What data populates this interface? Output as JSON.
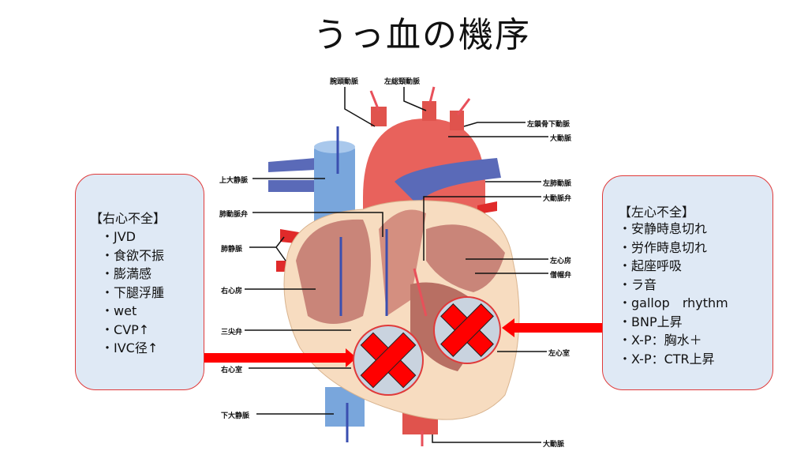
{
  "title": "うっ血の機序",
  "labels": {
    "brachiocephalic": "腕頭動脈",
    "left_common_carotid": "左総頸動脈",
    "left_subclavian": "左鎖骨下動脈",
    "aorta_top": "大動脈",
    "svc": "上大静脈",
    "left_pulmonary_artery": "左肺動脈",
    "aortic_valve": "大動脈弁",
    "pulmonary_valve": "肺動脈弁",
    "pulmonary_veins": "肺静脈",
    "left_atrium": "左心房",
    "mitral_valve": "僧帽弁",
    "right_atrium": "右心房",
    "tricuspid_valve": "三尖弁",
    "left_ventricle": "左心室",
    "right_ventricle": "右心室",
    "ivc": "下大静脈",
    "aorta_bottom": "大動脈"
  },
  "right_hf": {
    "heading": "【右心不全】",
    "items": [
      "JVD",
      "食欲不振",
      "膨満感",
      "下腿浮腫",
      "wet",
      "CVP↑",
      "IVC径↑"
    ]
  },
  "left_hf": {
    "heading": "【左心不全】",
    "items": [
      "安静時息切れ",
      "労作時息切れ",
      "起座呼吸",
      "ラ音",
      "gallop　rhythm",
      "BNP上昇",
      "X-P：胸水＋",
      "X-P：CTR上昇"
    ]
  },
  "colors": {
    "accent": "#ff0000",
    "box_fill": "#dfe9f5",
    "box_border": "#e03a3a"
  }
}
